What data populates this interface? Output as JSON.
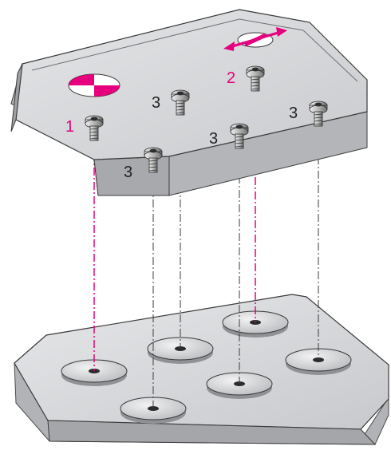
{
  "diagram": {
    "labels": {
      "step_1": "1",
      "step_2": "2",
      "screw_3": "3"
    }
  },
  "colors": {
    "accent": "#e6007e",
    "plate_face": "#d7d8da",
    "plate_side": "#aeb0b3",
    "plate_edge": "#8e9194",
    "outline": "#3a3a3a",
    "washer": "#c9cacc"
  }
}
